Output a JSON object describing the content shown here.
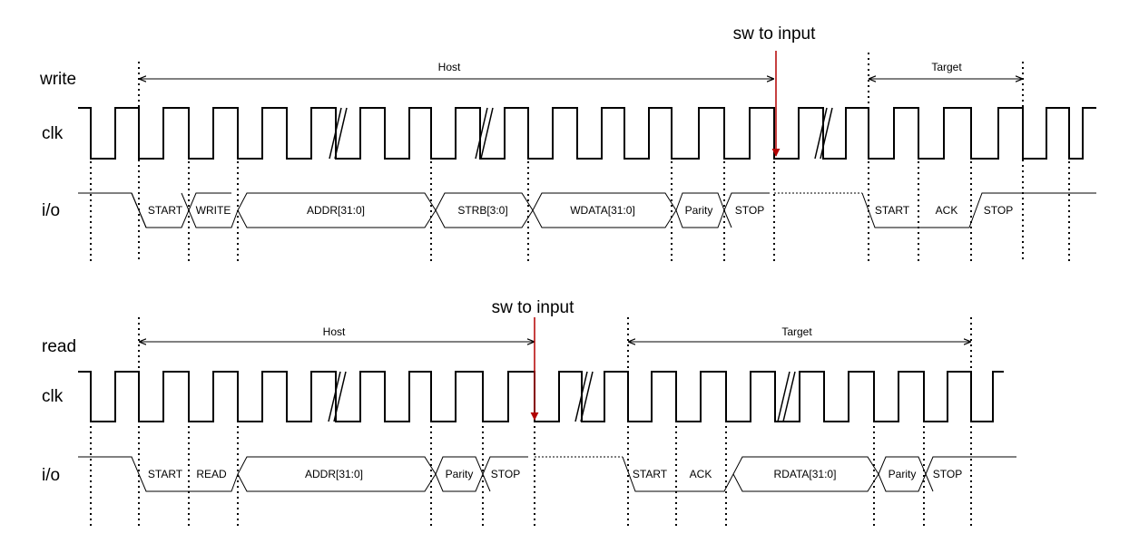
{
  "colors": {
    "line": "#000000",
    "switch_marker": "#b30000",
    "background": "#ffffff"
  },
  "write_diagram": {
    "row_label": "write",
    "clk_label": "clk",
    "io_label": "i/o",
    "host_label": "Host",
    "target_label": "Target",
    "switch_label": "sw to input",
    "segments": [
      "START",
      "WRITE",
      "ADDR[31:0]",
      "STRB[3:0]",
      "WDATA[31:0]",
      "Parity",
      "STOP",
      "START",
      "ACK",
      "STOP"
    ]
  },
  "read_diagram": {
    "row_label": "read",
    "clk_label": "clk",
    "io_label": "i/o",
    "host_label": "Host",
    "target_label": "Target",
    "switch_label": "sw to input",
    "segments": [
      "START",
      "READ",
      "ADDR[31:0]",
      "Parity",
      "STOP",
      "START",
      "ACK",
      "RDATA[31:0]",
      "Parity",
      "STOP"
    ]
  }
}
